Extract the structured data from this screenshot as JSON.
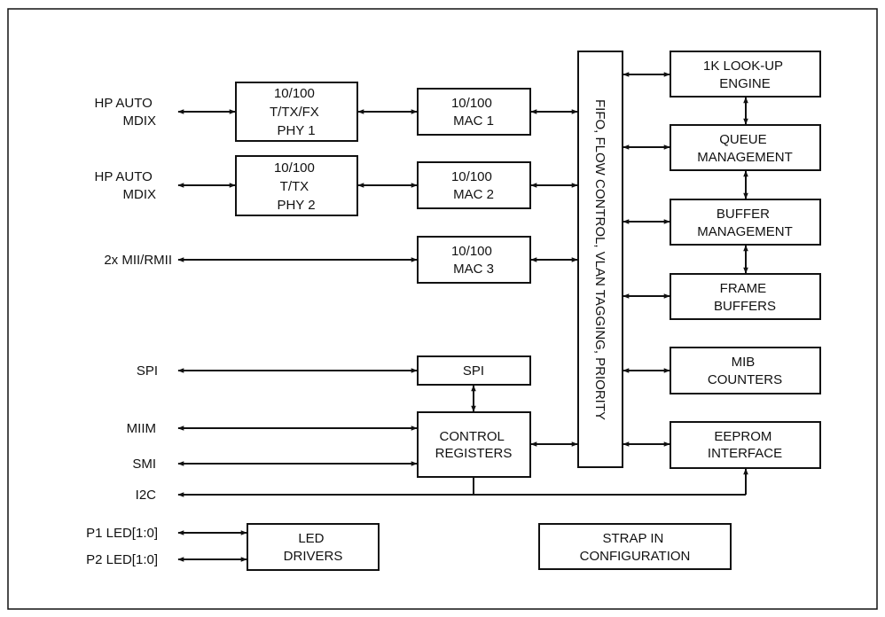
{
  "blocks": {
    "phy1": [
      "10/100",
      "T/TX/FX",
      "PHY 1"
    ],
    "phy2": [
      "10/100",
      "T/TX",
      "PHY 2"
    ],
    "mac1": [
      "10/100",
      "MAC 1"
    ],
    "mac2": [
      "10/100",
      "MAC 2"
    ],
    "mac3": [
      "10/100",
      "MAC 3"
    ],
    "spi": [
      "SPI"
    ],
    "ctrl": [
      "CONTROL",
      "REGISTERS"
    ],
    "fifo": [
      "FIFO, FLOW CONTROL, VLAN TAGGING, PRIORITY"
    ],
    "lookup": [
      "1K LOOK-UP",
      "ENGINE"
    ],
    "queue": [
      "QUEUE",
      "MANAGEMENT"
    ],
    "buffer": [
      "BUFFER",
      "MANAGEMENT"
    ],
    "frame": [
      "FRAME",
      "BUFFERS"
    ],
    "mib": [
      "MIB",
      "COUNTERS"
    ],
    "eeprom": [
      "EEPROM",
      "INTERFACE"
    ],
    "led": [
      "LED",
      "DRIVERS"
    ],
    "strap": [
      "STRAP IN",
      "CONFIGURATION"
    ]
  },
  "signals": {
    "hp1": [
      "HP AUTO",
      "MDIX"
    ],
    "hp2": [
      "HP AUTO",
      "MDIX"
    ],
    "mii": [
      "2x MII/RMII"
    ],
    "spi": [
      "SPI"
    ],
    "miim": [
      "MIIM"
    ],
    "smi": [
      "SMI"
    ],
    "i2c": [
      "I2C"
    ],
    "p1led": [
      "P1 LED[1:0]"
    ],
    "p2led": [
      "P2 LED[1:0]"
    ]
  }
}
